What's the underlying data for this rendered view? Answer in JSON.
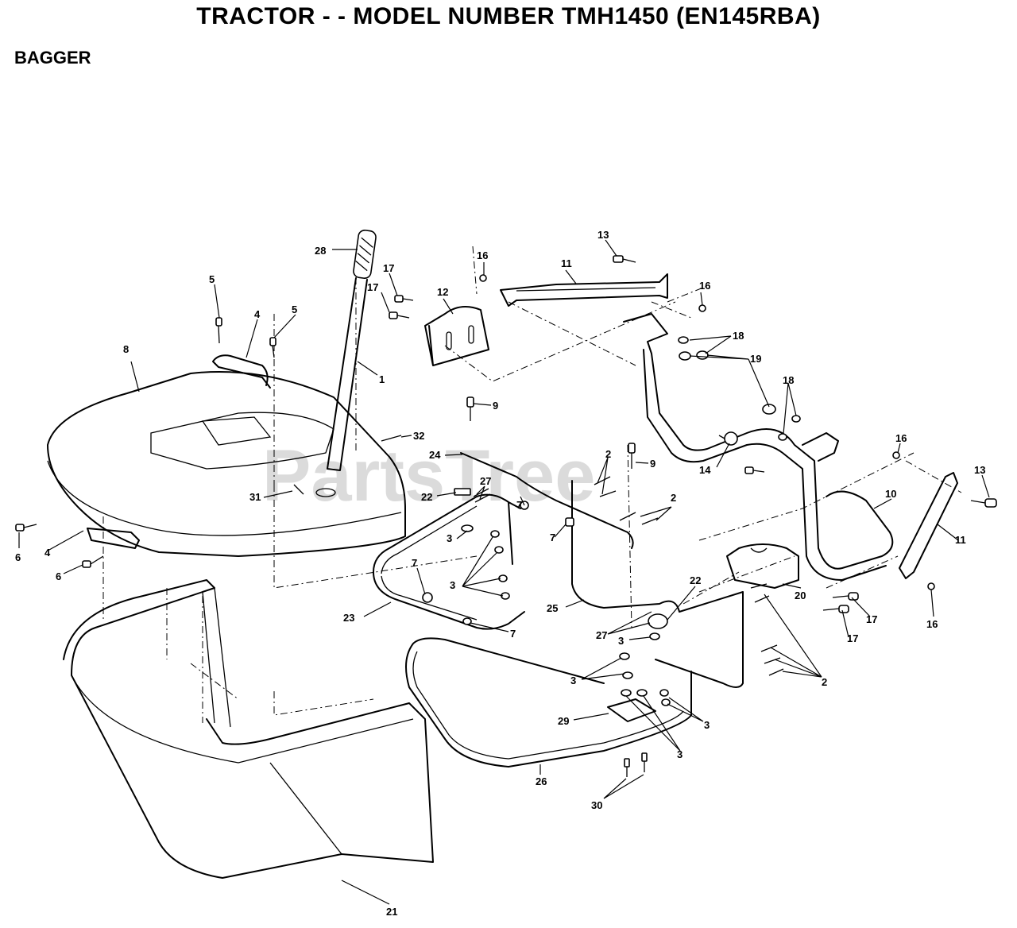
{
  "header": {
    "title": "TRACTOR - - MODEL NUMBER TMH1450 (EN145RBA)",
    "section": "BAGGER"
  },
  "watermark": "PartsTree",
  "callouts": [
    "28",
    "13",
    "16",
    "11",
    "17",
    "17",
    "12",
    "16",
    "5",
    "4",
    "5",
    "18",
    "8",
    "1",
    "19",
    "18",
    "9",
    "32",
    "24",
    "2",
    "9",
    "16",
    "13",
    "14",
    "27",
    "22",
    "7",
    "31",
    "2",
    "10",
    "11",
    "3",
    "6",
    "4",
    "7",
    "6",
    "3",
    "7",
    "22",
    "23",
    "25",
    "7",
    "20",
    "27",
    "3",
    "17",
    "17",
    "16",
    "2",
    "3",
    "3",
    "29",
    "3",
    "30",
    "26",
    "21"
  ]
}
